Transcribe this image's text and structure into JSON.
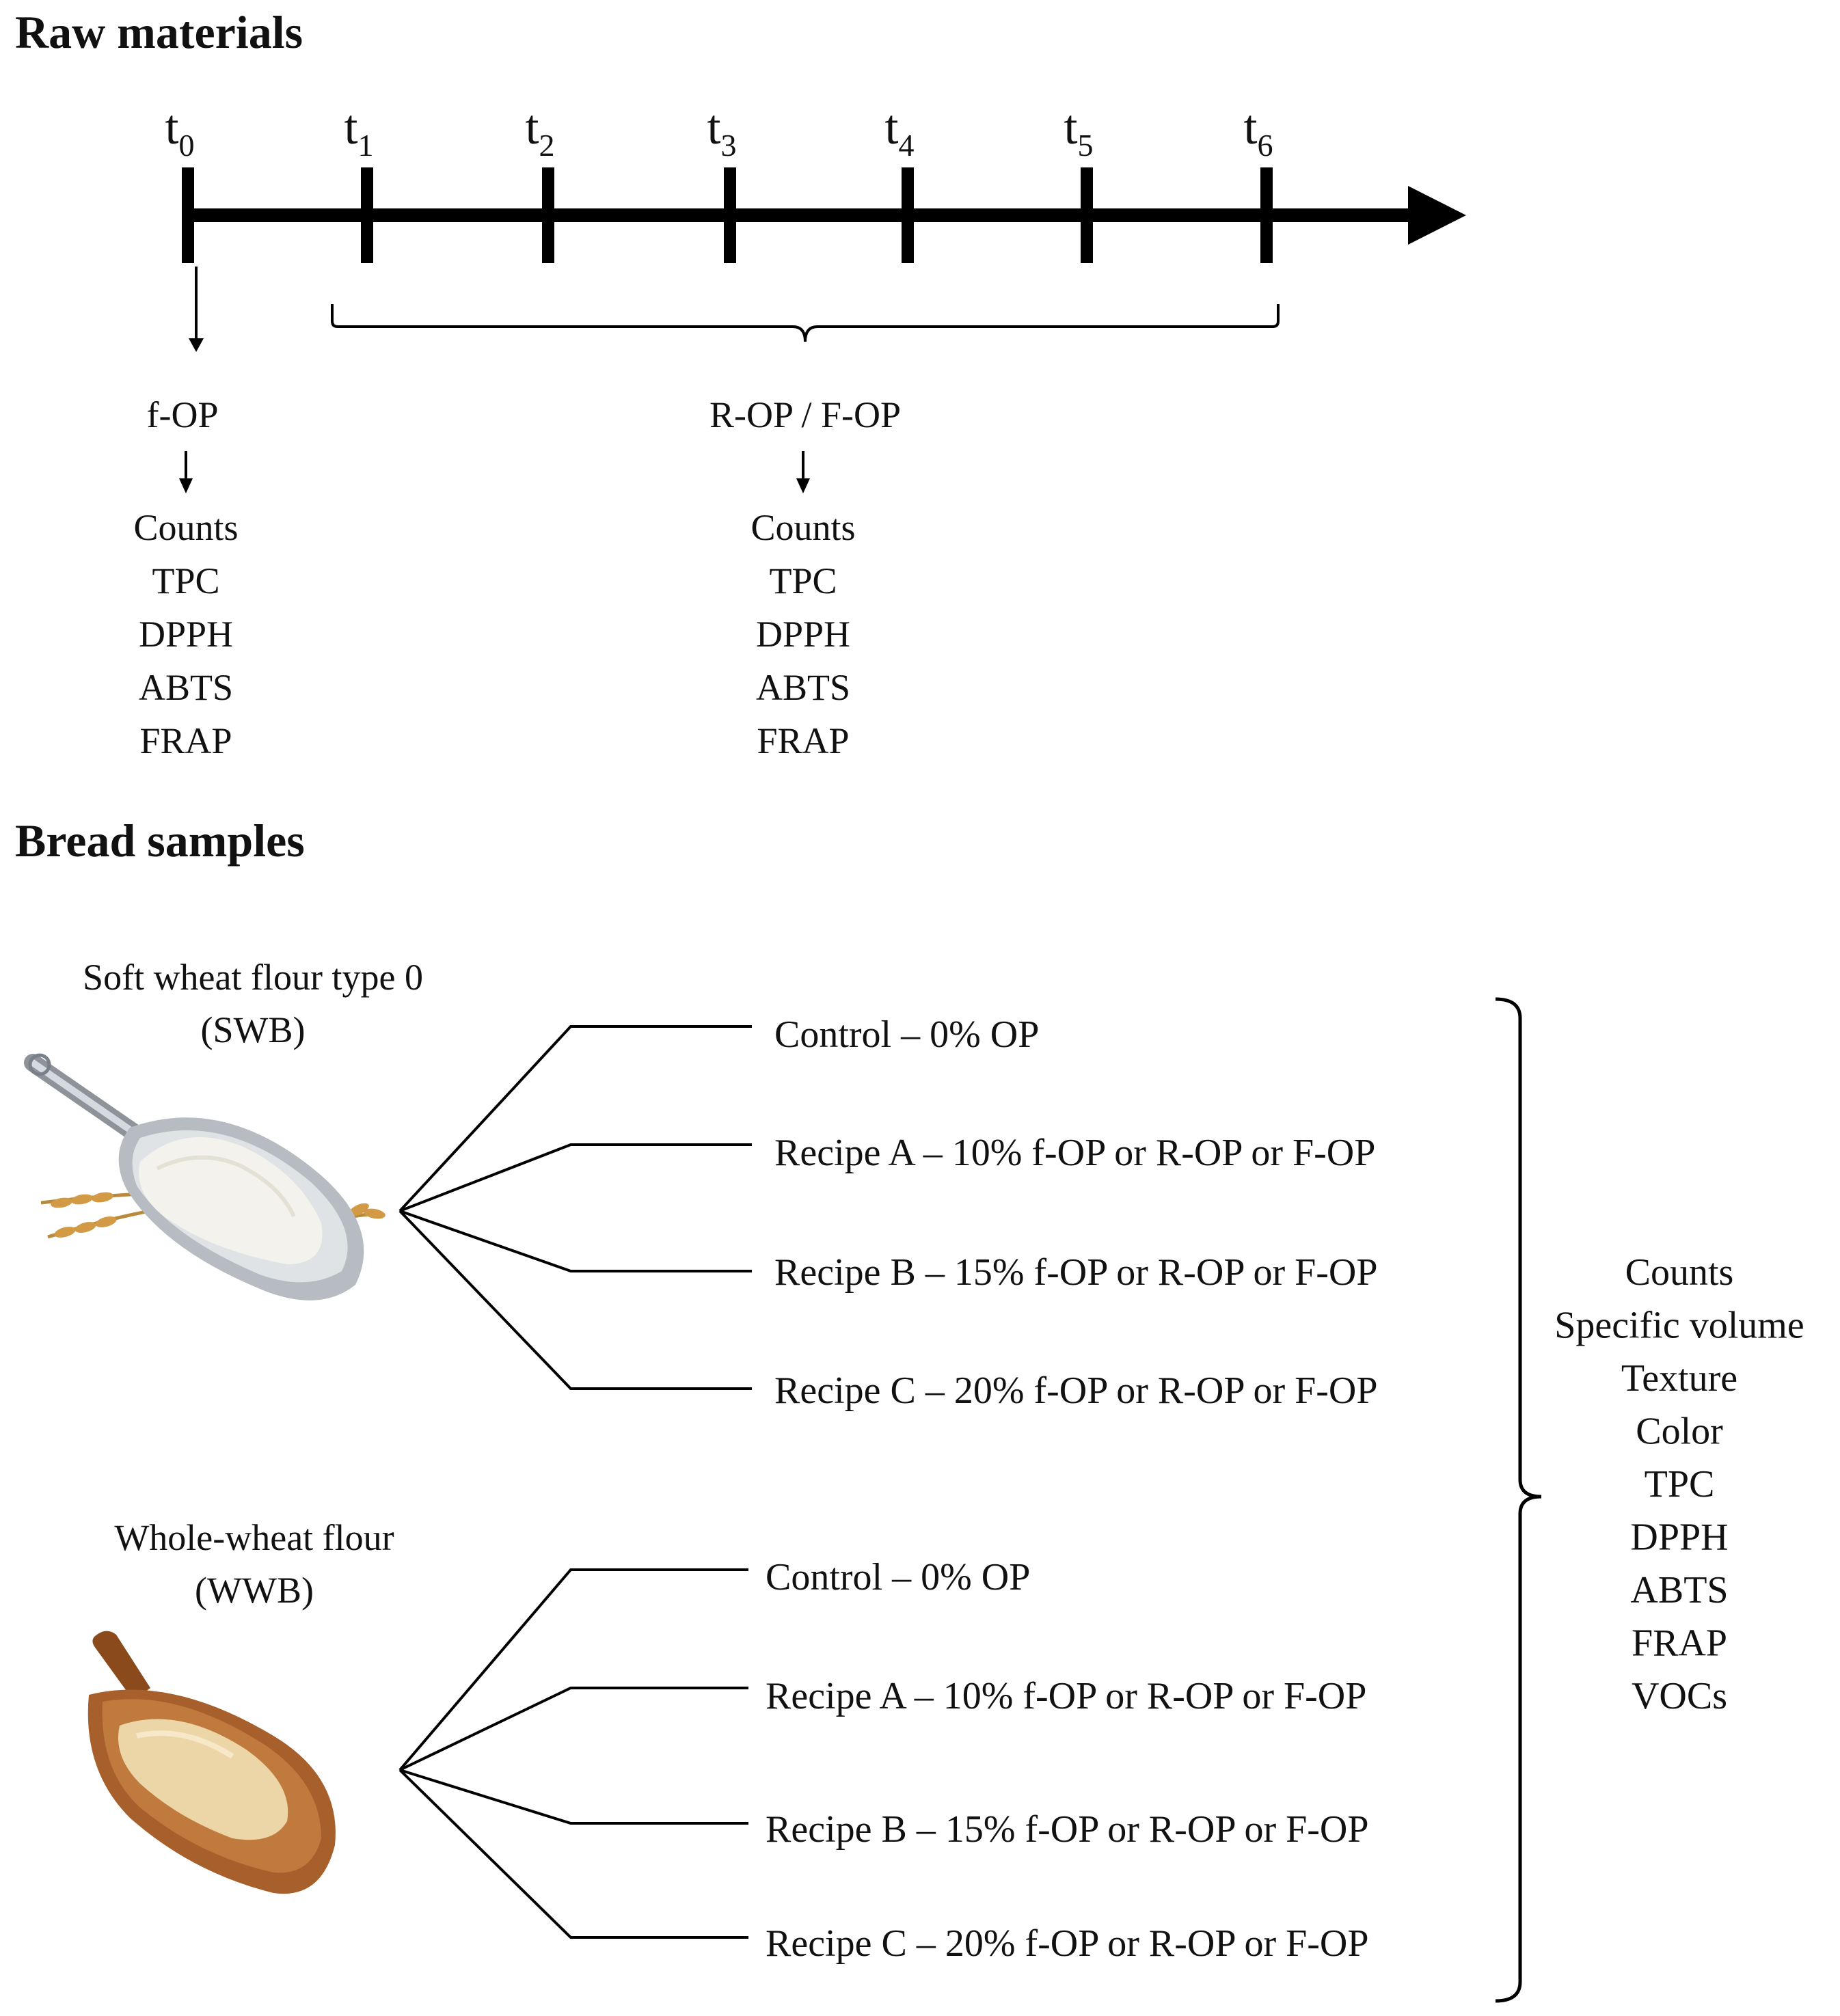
{
  "raw_materials": {
    "heading": "Raw materials",
    "timepoints": [
      {
        "main": "t",
        "sub": "0"
      },
      {
        "main": "t",
        "sub": "1"
      },
      {
        "main": "t",
        "sub": "2"
      },
      {
        "main": "t",
        "sub": "3"
      },
      {
        "main": "t",
        "sub": "4"
      },
      {
        "main": "t",
        "sub": "5"
      },
      {
        "main": "t",
        "sub": "6"
      }
    ],
    "left_group": {
      "label": "f-OP",
      "analyses": [
        "Counts",
        "TPC",
        "DPPH",
        "ABTS",
        "FRAP"
      ]
    },
    "right_group": {
      "label": "R-OP / F-OP",
      "analyses": [
        "Counts",
        "TPC",
        "DPPH",
        "ABTS",
        "FRAP"
      ]
    }
  },
  "bread_samples": {
    "heading": "Bread samples",
    "flours": [
      {
        "name_line1": "Soft wheat flour type 0",
        "name_line2": "(SWB)",
        "recipes": [
          "Control – 0% OP",
          "Recipe A – 10% f-OP or R-OP or F-OP",
          "Recipe B – 15% f-OP or R-OP or F-OP",
          "Recipe C – 20% f-OP or R-OP or F-OP"
        ]
      },
      {
        "name_line1": "Whole-wheat flour",
        "name_line2": "(WWB)",
        "recipes": [
          "Control – 0% OP",
          "Recipe A – 10% f-OP or R-OP or F-OP",
          "Recipe B – 15% f-OP or R-OP or F-OP",
          "Recipe C – 20% f-OP or R-OP or F-OP"
        ]
      }
    ],
    "analyses": [
      "Counts",
      "Specific volume",
      "Texture",
      "Color",
      "TPC",
      "DPPH",
      "ABTS",
      "FRAP",
      "VOCs"
    ]
  }
}
